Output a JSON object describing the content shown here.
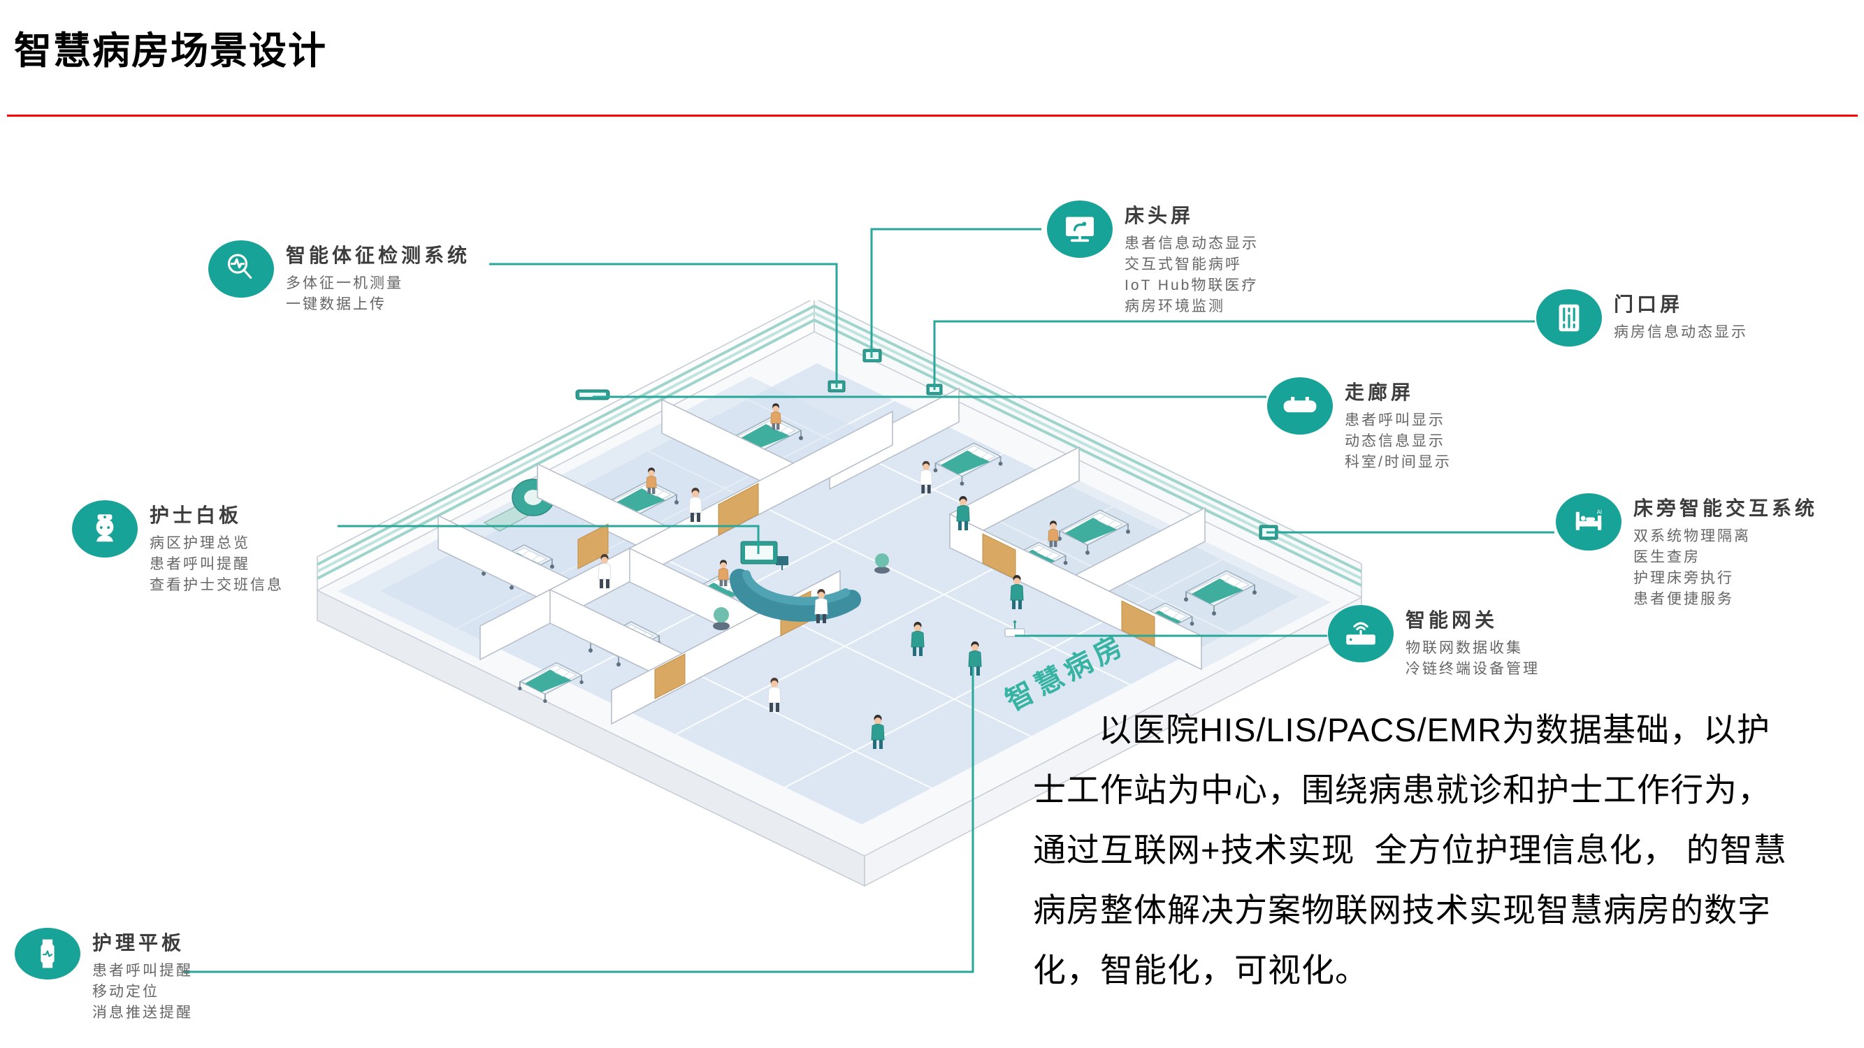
{
  "slide": {
    "title": "智慧病房场景设计"
  },
  "diagram": {
    "floor_label": "智慧病房"
  },
  "callouts": [
    {
      "id": "vital-signs",
      "title": "智能体征检测系统",
      "lines": [
        "多体征一机测量",
        "一键数据上传"
      ]
    },
    {
      "id": "bedside-screen",
      "title": "床头屏",
      "lines": [
        "患者信息动态显示",
        "交互式智能病呼",
        "IoT Hub物联医疗",
        "病房环境监测"
      ]
    },
    {
      "id": "door-screen",
      "title": "门口屏",
      "lines": [
        "病房信息动态显示"
      ]
    },
    {
      "id": "corridor-screen",
      "title": "走廊屏",
      "lines": [
        "患者呼叫显示",
        "动态信息显示",
        "科室/时间显示"
      ]
    },
    {
      "id": "bedside-interactive",
      "title": "床旁智能交互系统",
      "lines": [
        "双系统物理隔离",
        "医生查房",
        "护理床旁执行",
        "患者便捷服务"
      ]
    },
    {
      "id": "smart-gateway",
      "title": "智能网关",
      "lines": [
        "物联网数据收集",
        "冷链终端设备管理"
      ]
    },
    {
      "id": "nurse-whiteboard",
      "title": "护士白板",
      "lines": [
        "病区护理总览",
        "患者呼叫提醒",
        "查看护士交班信息"
      ]
    },
    {
      "id": "nursing-tablet",
      "title": "护理平板",
      "lines": [
        "患者呼叫提醒",
        "移动定位",
        "消息推送提醒"
      ]
    }
  ],
  "paragraph": "以医院HIS/LIS/PACS/EMR为数据基础，以护士工作站为中心，围绕病患就诊和护士工作行为，通过互联网+技术实现  全方位护理信息化， 的智慧病房整体解决方案物联网技术实现智慧病房的数字化，智能化，可视化。",
  "colors": {
    "accent": "#17A398",
    "connector": "#2AA79B",
    "rule": "#FF0000"
  }
}
